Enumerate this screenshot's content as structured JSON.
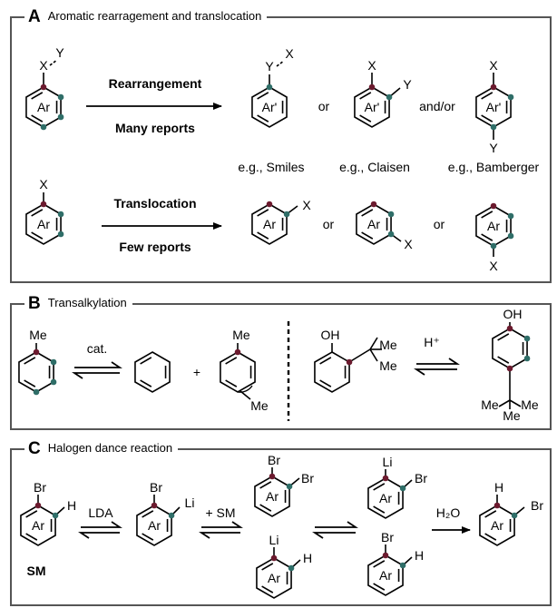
{
  "panels": {
    "a": {
      "letter": "A",
      "title": "Aromatic rearragement and translocation"
    },
    "b": {
      "letter": "B",
      "title": "Transalkylation"
    },
    "c": {
      "letter": "C",
      "title": "Halogen dance reaction"
    }
  },
  "labels": {
    "x": "X",
    "y": "Y",
    "ar": "Ar",
    "ar_prime": "Ar'",
    "or": "or",
    "and_or": "and/or",
    "rearrangement": "Rearrangement",
    "many_reports": "Many reports",
    "translocation": "Translocation",
    "few_reports": "Few reports",
    "eg_smiles": "e.g., Smiles",
    "eg_claisen": "e.g., Claisen",
    "eg_bamberger": "e.g., Bamberger",
    "me": "Me",
    "oh": "OH",
    "cat": "cat.",
    "plus": "+",
    "h_plus": "H⁺",
    "br": "Br",
    "li": "Li",
    "h": "H",
    "lda": "LDA",
    "plus_sm": "+ SM",
    "h2o": "H₂O",
    "sm": "SM"
  },
  "colors": {
    "dark_red_dot": "#6b1a2e",
    "teal_dot": "#2f6e68",
    "frame": "#555555"
  }
}
